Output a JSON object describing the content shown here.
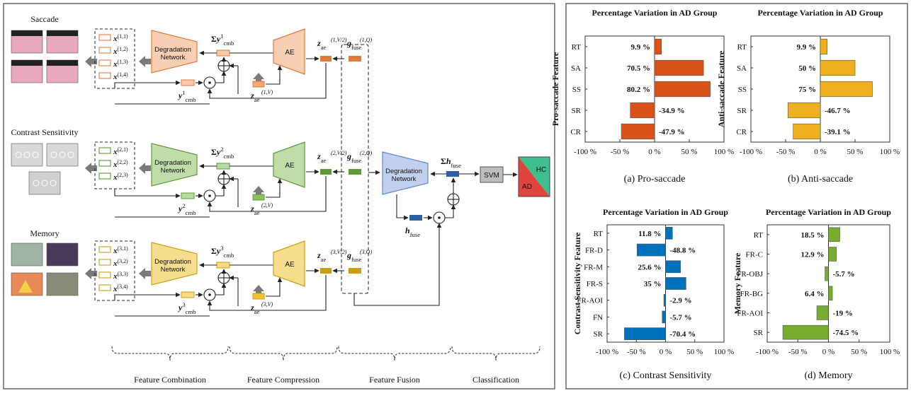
{
  "sections": [
    {
      "title": "Saccade",
      "vectors": [
        "x(1,1)",
        "x(1,2)",
        "x(1,3)",
        "x(1,4)"
      ],
      "ycmb": "y1cmb",
      "sum": "Σy1cmb",
      "zae": "zae(1,V/2)",
      "zaeV": "zae(1,V)",
      "g": "gfuse(1,Q)"
    },
    {
      "title": "Contrast Sensitivity",
      "vectors": [
        "x(2,1)",
        "x(2,2)",
        "x(2,3)"
      ],
      "ycmb": "y2cmb",
      "sum": "Σy2cmb",
      "zae": "zae(2,V/2)",
      "zaeV": "zae(2,V)",
      "g": "gfuse(2,Q)"
    },
    {
      "title": "Memory",
      "vectors": [
        "x(3,1)",
        "x(3,2)",
        "x(3,3)",
        "x(3,4)"
      ],
      "ycmb": "y3cmb",
      "sum": "Σy3cmb",
      "zae": "zae(3,V/2)",
      "zaeV": "zae(3,V)",
      "g": "gfuse(3,Q)"
    }
  ],
  "blocks": {
    "degradation": "Degradation Network",
    "ae": "AE",
    "svm": "SVM",
    "hc": "HC",
    "ad": "AD",
    "hfuse": "hfuse",
    "sum_hfuse": "Σhfuse"
  },
  "stages": [
    "Feature Combination",
    "Feature Compression",
    "Feature Fusion",
    "Classification"
  ],
  "colors": {
    "saccade": "#f4a876",
    "contrast": "#8cc063",
    "memory": "#f1c232",
    "fusion": "#2e5fa1",
    "pro": "#d95319",
    "anti": "#edb120",
    "cs": "#0072bd",
    "mem": "#77ac30",
    "hc": "#3fbf8f",
    "ad": "#e0443e"
  },
  "chart_data": [
    {
      "type": "bar",
      "orientation": "horizontal",
      "title": "Percentage Variation in AD Group",
      "ylabel": "Pro-saccade Feature",
      "caption": "(a) Pro-saccade",
      "categories": [
        "RT",
        "SA",
        "SS",
        "SR",
        "CR"
      ],
      "values": [
        9.9,
        70.5,
        80.2,
        -34.9,
        -47.9
      ],
      "labels": [
        "9.9 %",
        "70.5 %",
        "80.2 %",
        "-34.9 %",
        "-47.9 %"
      ],
      "xlim": [
        -100,
        100
      ],
      "xticks": [
        "-100 %",
        "-50 %",
        "0 %",
        "50 %",
        "100 %"
      ],
      "color": "#d95319"
    },
    {
      "type": "bar",
      "orientation": "horizontal",
      "title": "Percentage Variation in AD Group",
      "ylabel": "Anti-saccade Feature",
      "caption": "(b) Anti-saccade",
      "categories": [
        "RT",
        "SA",
        "SS",
        "SR",
        "CR"
      ],
      "values": [
        9.9,
        50,
        75,
        -46.7,
        -39.1
      ],
      "labels": [
        "9.9 %",
        "50 %",
        "75 %",
        "-46.7 %",
        "-39.1 %"
      ],
      "xlim": [
        -100,
        100
      ],
      "xticks": [
        "-100 %",
        "-50 %",
        "0 %",
        "50 %",
        "100 %"
      ],
      "color": "#edb120"
    },
    {
      "type": "bar",
      "orientation": "horizontal",
      "title": "Percentage Variation in AD Group",
      "ylabel": "Contrast Sensitivity Feature",
      "caption": "(c) Contrast Sensitivity",
      "categories": [
        "RT",
        "FR-D",
        "FR-M",
        "FR-S",
        "FR-AOI",
        "FN",
        "SR"
      ],
      "values": [
        11.8,
        -48.8,
        25.6,
        35,
        -2.9,
        -5.7,
        -70.4
      ],
      "labels": [
        "11.8 %",
        "-48.8 %",
        "25.6 %",
        "35 %",
        "-2.9 %",
        "-5.7 %",
        "-70.4 %"
      ],
      "xlim": [
        -100,
        100
      ],
      "xticks": [
        "-100 %",
        "-50 %",
        "0 %",
        "50 %",
        "100 %"
      ],
      "color": "#0072bd"
    },
    {
      "type": "bar",
      "orientation": "horizontal",
      "title": "Percentage Variation in AD Group",
      "ylabel": "Memory Feature",
      "caption": "(d) Memory",
      "categories": [
        "RT",
        "FR-C",
        "FR-OBJ",
        "FR-BG",
        "FR-AOI",
        "SR"
      ],
      "values": [
        18.5,
        12.9,
        -5.7,
        6.4,
        -19,
        -74.5
      ],
      "labels": [
        "18.5 %",
        "12.9 %",
        "-5.7 %",
        "6.4 %",
        "-19 %",
        "-74.5 %"
      ],
      "xlim": [
        -100,
        100
      ],
      "xticks": [
        "-100 %",
        "-50 %",
        "0 %",
        "50 %",
        "100 %"
      ],
      "color": "#77ac30"
    }
  ]
}
